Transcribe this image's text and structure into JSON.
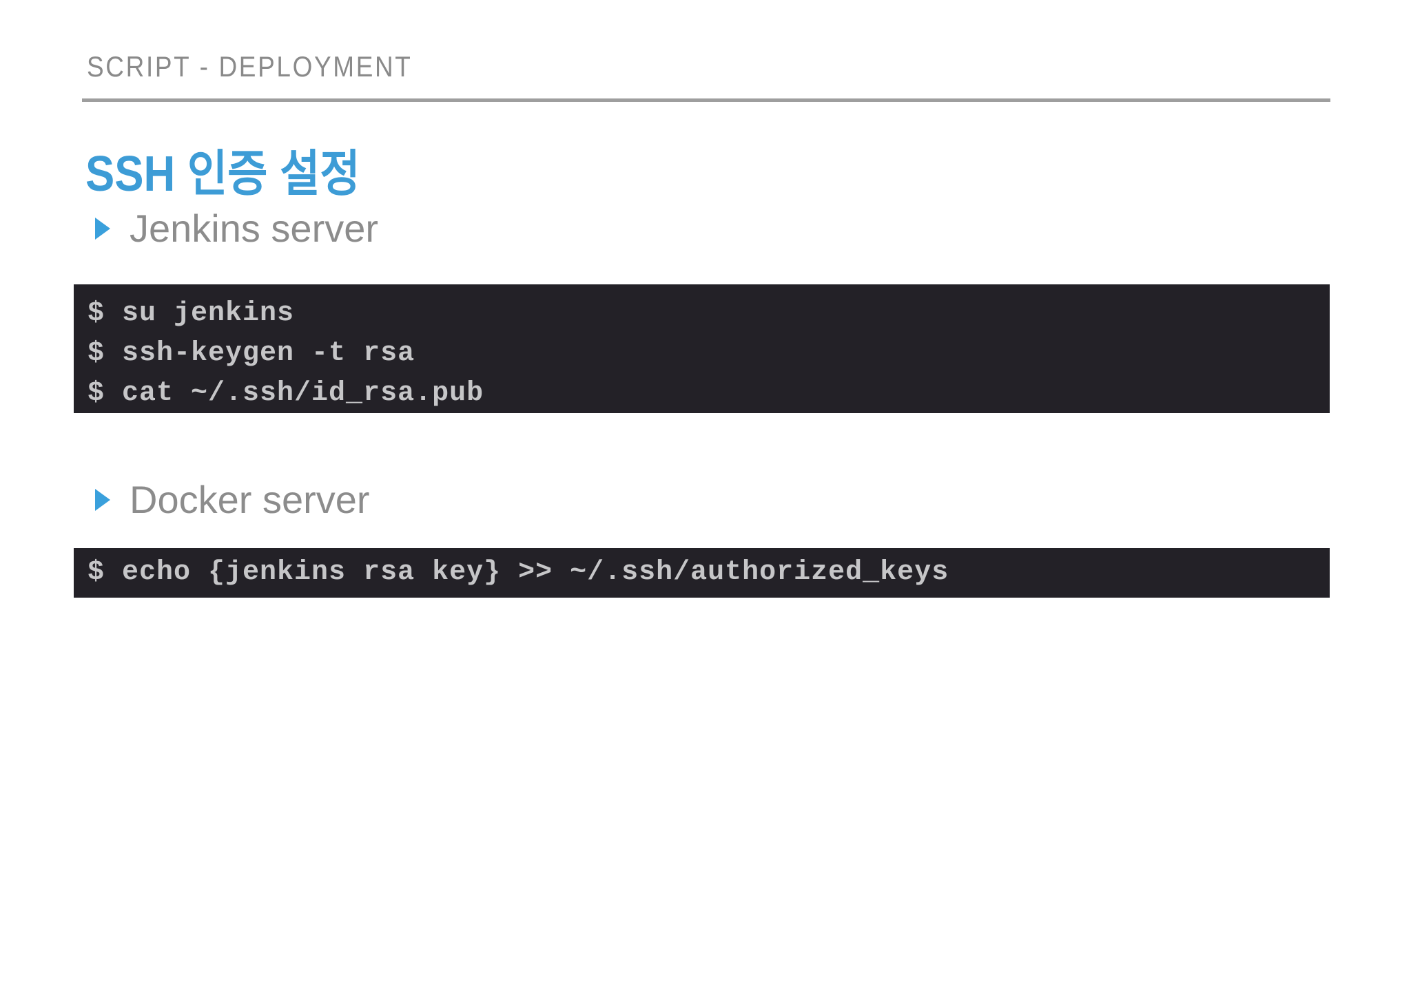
{
  "slide": {
    "kicker": "SCRIPT - DEPLOYMENT",
    "title": "SSH 인증 설정",
    "colors": {
      "accent_blue": "#3d9cd6",
      "bullet_triangle_blue": "#3aa0dc",
      "kicker_gray": "#8a8a8a",
      "label_gray": "#8c8c8c",
      "rule_gray": "#9e9e9e",
      "code_background": "#232127",
      "code_text": "#c6c6c8"
    },
    "sections": [
      {
        "label": "Jenkins server",
        "bullet_icon": "triangle-right",
        "code_lines": [
          "$ su jenkins",
          "$ ssh-keygen -t rsa",
          "$ cat ~/.ssh/id_rsa.pub"
        ]
      },
      {
        "label": "Docker server",
        "bullet_icon": "triangle-right",
        "code_lines": [
          "$ echo {jenkins rsa key} >> ~/.ssh/authorized_keys"
        ]
      }
    ]
  }
}
